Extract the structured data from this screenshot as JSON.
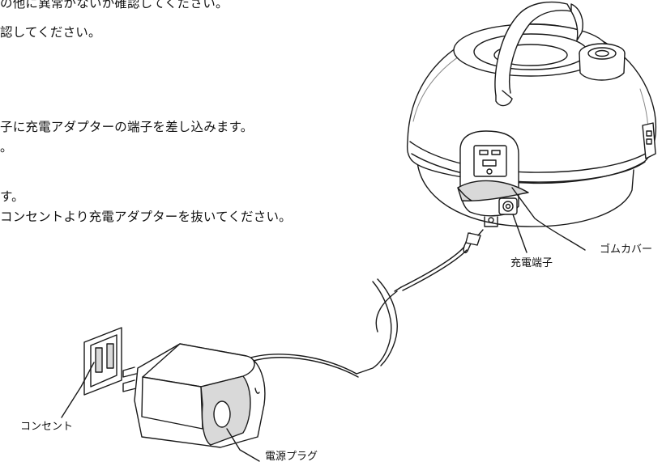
{
  "instructions": [
    "の他に異常がないか確認してください。",
    "認してください。",
    "子に充電アダプターの端子を差し込みます。",
    "。",
    "す。",
    "コンセントより充電アダプターを抜いてください。"
  ],
  "labels": {
    "rubber_cover": "ゴムカバー",
    "charging_terminal": "充電端子",
    "outlet": "コンセント",
    "power_plug": "電源プラグ"
  },
  "colors": {
    "stroke": "#1a1a1a",
    "shade": "#d9d9d9",
    "fill": "#ffffff"
  }
}
